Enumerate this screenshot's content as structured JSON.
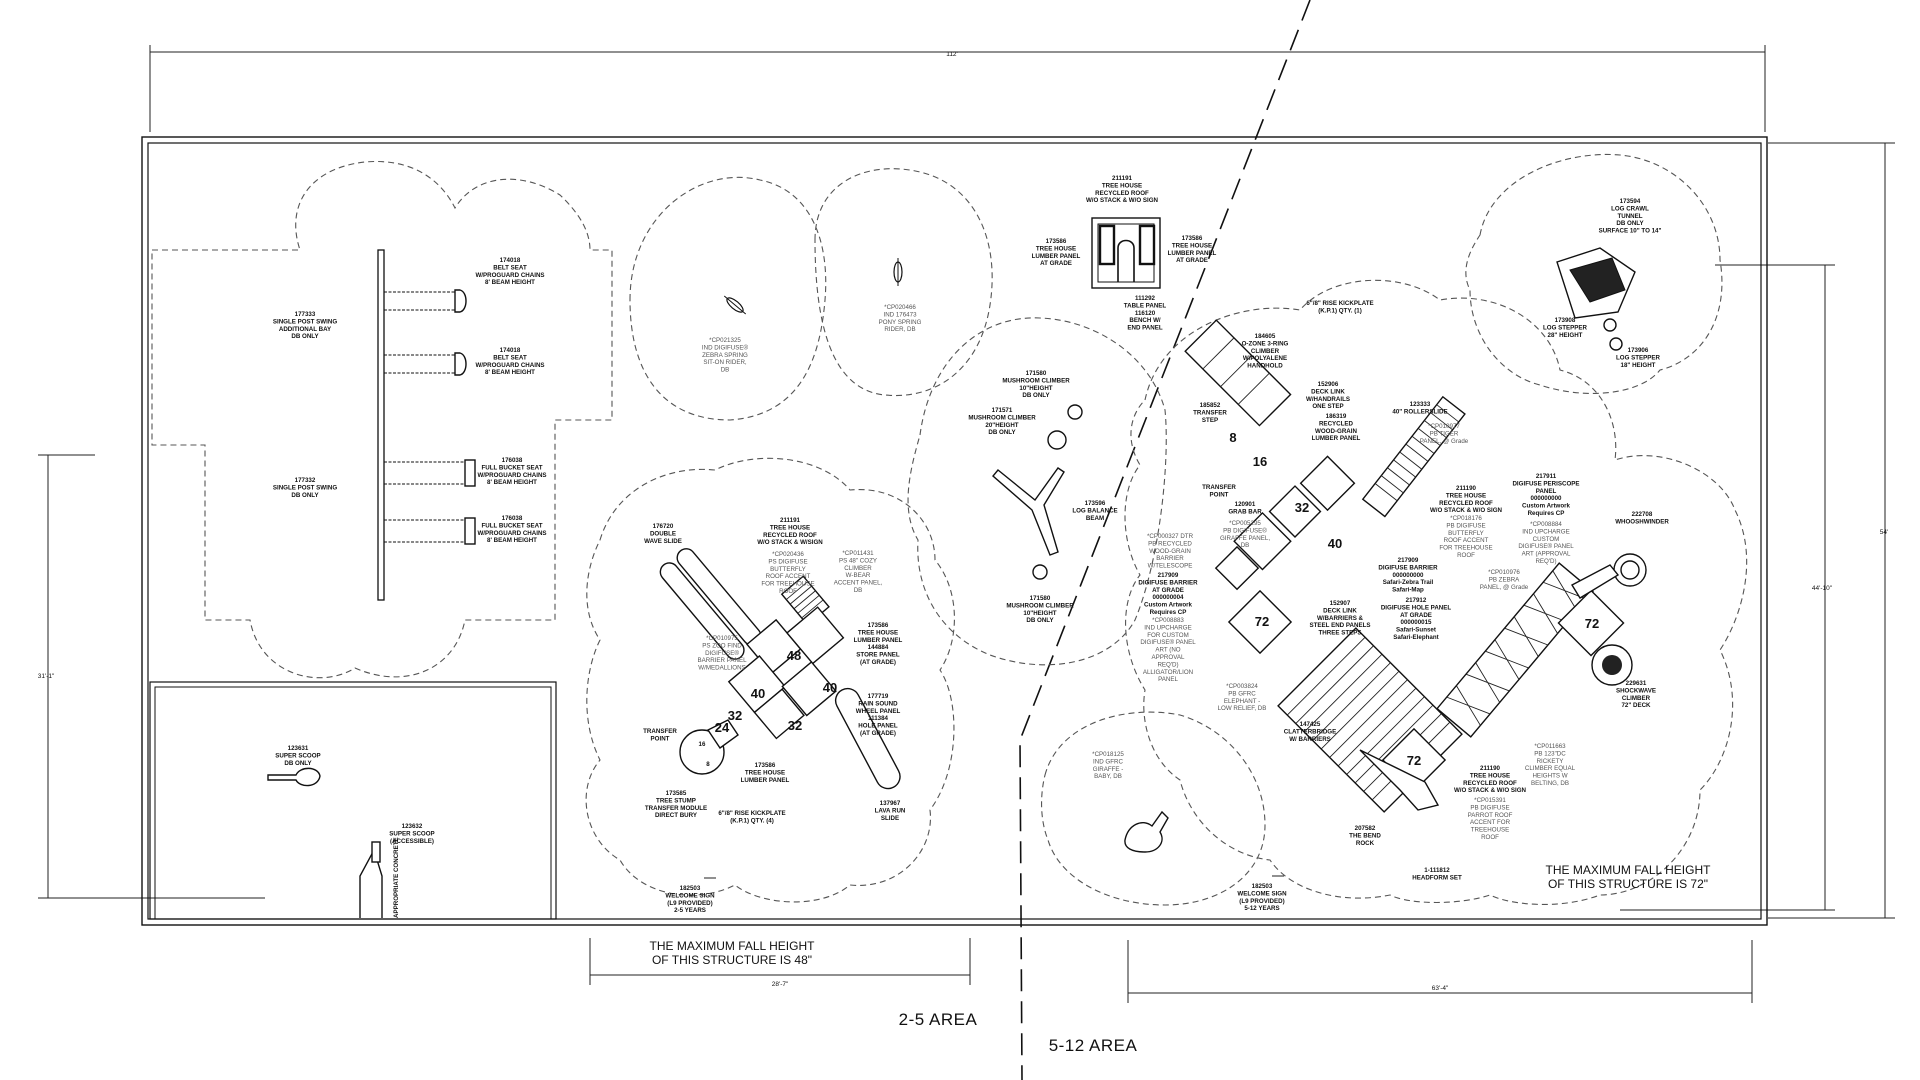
{
  "dimensions": {
    "overall_width": "112'",
    "overall_depth": "54'",
    "left_offset": "31'-1\"",
    "right_offset": "44'-10\"",
    "width_2_5": "28'-7\"",
    "width_5_12": "63'-4\""
  },
  "areas": {
    "area_2_5": "2-5 AREA",
    "area_5_12": "5-12 AREA"
  },
  "fall_heights": {
    "f48_line1": "THE MAXIMUM FALL HEIGHT",
    "f48_line2": "OF THIS STRUCTURE IS 48\"",
    "f72_line1": "THE MAXIMUM FALL HEIGHT",
    "f72_line2": "OF THIS STRUCTURE IS 72\""
  },
  "swings": [
    {
      "lines": [
        "174018",
        "BELT SEAT",
        "W/PROGUARD CHAINS",
        "8' BEAM HEIGHT"
      ]
    },
    {
      "lines": [
        "177333",
        "SINGLE POST SWING",
        "ADDITIONAL BAY",
        "DB ONLY"
      ]
    },
    {
      "lines": [
        "174018",
        "BELT SEAT",
        "W/PROGUARD CHAINS",
        "8' BEAM HEIGHT"
      ]
    },
    {
      "lines": [
        "177332",
        "SINGLE POST SWING",
        "DB ONLY"
      ]
    },
    {
      "lines": [
        "176038",
        "FULL BUCKET SEAT",
        "W/PROGUARD CHAINS",
        "8' BEAM HEIGHT"
      ]
    },
    {
      "lines": [
        "176038",
        "FULL BUCKET SEAT",
        "W/PROGUARD CHAINS",
        "8' BEAM HEIGHT"
      ]
    }
  ],
  "scoops": [
    {
      "lines": [
        "123631",
        "SUPER SCOOP",
        "DB ONLY"
      ]
    },
    {
      "lines": [
        "123632",
        "SUPER SCOOP",
        "(ACCESSIBLE)"
      ]
    }
  ],
  "concrete_label": "APPROPRIATE CONCRETE",
  "springs": [
    {
      "lines": [
        "*CP021325",
        "IND DIGIFUSE®",
        "ZEBRA SPRING",
        "SIT-ON RIDER,",
        "DB"
      ]
    },
    {
      "lines": [
        "*CP020466",
        "IND 176473",
        "PONY SPRING",
        "RIDER, DB"
      ]
    }
  ],
  "treehouse_top": {
    "roof": [
      "211191",
      "TREE HOUSE",
      "RECYCLED ROOF",
      "W/O STACK & W/O SIGN"
    ],
    "panel_l": [
      "173586",
      "TREE HOUSE",
      "LUMBER PANEL",
      "AT GRADE"
    ],
    "panel_r": [
      "173586",
      "TREE HOUSE",
      "LUMBER PANEL",
      "AT GRADE"
    ],
    "bench": [
      "111292",
      "TABLE PANEL",
      "116120",
      "BENCH W/",
      "END PANEL"
    ]
  },
  "mushrooms": {
    "m1": [
      "171580",
      "MUSHROOM CLIMBER",
      "10\"HEIGHT",
      "DB ONLY"
    ],
    "m2": [
      "171571",
      "MUSHROOM CLIMBER",
      "20\"HEIGHT",
      "DB ONLY"
    ],
    "beam": [
      "173596",
      "LOG BALANCE",
      "BEAM"
    ],
    "m3": [
      "171580",
      "MUSHROOM CLIMBER",
      "10\"HEIGHT",
      "DB ONLY"
    ]
  },
  "log_zone": {
    "crawl": [
      "173594",
      "LOG CRAWL",
      "TUNNEL",
      "DB ONLY",
      "SURFACE 10\" TO 14\""
    ],
    "step1": [
      "173908",
      "LOG STEPPER",
      "28\" HEIGHT"
    ],
    "step2": [
      "173906",
      "LOG STEPPER",
      "18\" HEIGHT"
    ]
  },
  "small_struct": {
    "wave": [
      "176720",
      "DOUBLE",
      "WAVE SLIDE"
    ],
    "roof": [
      "211191",
      "TREE HOUSE",
      "RECYCLED ROOF",
      "W/O STACK & W/SIGN"
    ],
    "butterfly": [
      "*CP020436",
      "PS DIGIFUSE",
      "BUTTERFLY",
      "ROOF ACCENT",
      "FOR TREEHOUSE",
      "ROOF"
    ],
    "bear": [
      "*CP011431",
      "PS 48\" COZY",
      "CLIMBER",
      "W-BEAR",
      "ACCENT PANEL,",
      "DB"
    ],
    "zoo": [
      "*CP010975",
      "PS ZOO FIND",
      "DIGIFUSE®",
      "BARRIER PANEL",
      "W/MEDALLIONS"
    ],
    "store": [
      "173586",
      "TREE HOUSE",
      "LUMBER PANEL",
      "144884",
      "STORE PANEL",
      "(AT GRADE)"
    ],
    "rain": [
      "177719",
      "RAIN SOUND",
      "WHEEL PANEL",
      "111384",
      "HOLE PANEL",
      "(AT GRADE)"
    ],
    "transfer": [
      "TRANSFER",
      "POINT"
    ],
    "stump": [
      "173585",
      "TREE STUMP",
      "TRANSFER MODULE",
      "DIRECT BURY"
    ],
    "lumber": [
      "173586",
      "TREE HOUSE",
      "LUMBER PANEL"
    ],
    "kick": [
      "6\"/8\" RISE KICKPLATE",
      "(K.P.1) QTY. (4)"
    ],
    "lava": [
      "137967",
      "LAVA RUN",
      "SLIDE"
    ],
    "welcome": [
      "182503",
      "WELCOME SIGN",
      "(L9 PROVIDED)",
      "2-5 YEARS"
    ]
  },
  "big_struct": {
    "kick": [
      "6\"/8\" RISE KICKPLATE",
      "(K.P.1) QTY. (1)"
    ],
    "ozone": [
      "184605",
      "O-ZONE 3-RING",
      "CLIMBER",
      "W/POLYALENE",
      "HANDHOLD"
    ],
    "tstep": [
      "185852",
      "TRANSFER",
      "STEP"
    ],
    "decklink": [
      "152906",
      "DECK LINK",
      "W/HANDRAILS",
      "ONE STEP"
    ],
    "recycled": [
      "186319",
      "RECYCLED",
      "WOOD-GRAIN",
      "LUMBER PANEL"
    ],
    "roller": [
      "123333",
      "40\" ROLLERSLIDE"
    ],
    "tiger": [
      "*CP010977",
      "PB TIGER",
      "PANEL, @ Grade"
    ],
    "tpoint": [
      "TRANSFER",
      "POINT"
    ],
    "grab": [
      "120901",
      "GRAB BAR"
    ],
    "giraffe": [
      "*CP005295",
      "PB DIGIFUSE®",
      "GIRAFFE PANEL,",
      "DB"
    ],
    "roof2": [
      "211190",
      "TREE HOUSE",
      "RECYCLED ROOF",
      "W/O STACK & W/O SIGN"
    ],
    "butterfly2": [
      "*CP018176",
      "PB DIGIFUSE",
      "BUTTERFLY",
      "ROOF ACCENT",
      "FOR TREEHOUSE",
      "ROOF"
    ],
    "periscope": [
      "217911",
      "DIGIFUSE PERISCOPE",
      "PANEL",
      "000000000",
      "Custom Artwork",
      "Requires CP"
    ],
    "custom_panel": [
      "*CP008884",
      "IND UPCHARGE",
      "CUSTOM",
      "DIGIFUSE® PANEL",
      "ART (APPROVAL",
      "REQ'D)"
    ],
    "whoosh": [
      "222708",
      "WHOOSHWINDER"
    ],
    "telescope": [
      "*CP000327 DTR",
      "PB RECYCLED",
      "WOOD-GRAIN",
      "BARRIER",
      "W/TELESCOPE"
    ],
    "barrier": [
      "217909",
      "DIGIFUSE BARRIER",
      "000000000",
      "Safari-Zebra Trail",
      "Safari-Map"
    ],
    "zebra": [
      "*CP010976",
      "PB ZEBRA",
      "PANEL, @ Grade"
    ],
    "barrier_g": [
      "217909",
      "DIGIFUSE BARRIER",
      "AT GRADE",
      "000000004",
      "Custom Artwork",
      "Requires CP"
    ],
    "custom_g": [
      "*CP008883",
      "IND UPCHARGE",
      "FOR CUSTOM",
      "DIGIFUSE® PANEL",
      "ART (NO",
      "APPROVAL",
      "REQ'D)",
      "ALLIGATOR/LION",
      "PANEL"
    ],
    "steel": [
      "152907",
      "DECK LINK",
      "W/BARRIERS &",
      "STEEL END PANELS",
      "THREE STEPS"
    ],
    "hole": [
      "217912",
      "DIGIFUSE HOLE PANEL",
      "AT GRADE",
      "000000015",
      "Safari-Sunset",
      "Safari-Elephant"
    ],
    "elephant": [
      "*CP003824",
      "PB GFRC",
      "ELEPHANT -",
      "LOW RELIEF, DB"
    ],
    "clatter": [
      "147425",
      "CLATTERBRIDGE",
      "W/ BARRIERS"
    ],
    "rickety": [
      "*CP011663",
      "PB 123\"DC",
      "RICKETY",
      "CLIMBER EQUAL",
      "HEIGHTS W",
      "BELTING, DB"
    ],
    "shock": [
      "229631",
      "SHOCKWAVE",
      "CLIMBER",
      "72\" DECK"
    ],
    "gfrc_giraffe": [
      "*CP018125",
      "IND GFRC",
      "GIRAFFE -",
      "BABY, DB"
    ],
    "roof3": [
      "211190",
      "TREE HOUSE",
      "RECYCLED ROOF",
      "W/O STACK & W/O SIGN"
    ],
    "parrot": [
      "*CP015391",
      "PB DIGIFUSE",
      "PARROT ROOF",
      "ACCENT FOR",
      "TREEHOUSE",
      "ROOF"
    ],
    "rock": [
      "207582",
      "THE BEND",
      "ROCK"
    ],
    "headform": [
      "1-111812",
      "HEADFORM SET"
    ],
    "welcome": [
      "182503",
      "WELCOME SIGN",
      "(L9 PROVIDED)",
      "5-12 YEARS"
    ]
  },
  "deck_heights": {
    "s48": "48",
    "s40a": "40",
    "s40b": "40",
    "s32a": "32",
    "s32b": "32",
    "s24": "24",
    "s16": "16",
    "s8": "8",
    "b8": "8",
    "b16": "16",
    "b32": "32",
    "b40": "40",
    "b72a": "72",
    "b72b": "72",
    "b72c": "72"
  }
}
